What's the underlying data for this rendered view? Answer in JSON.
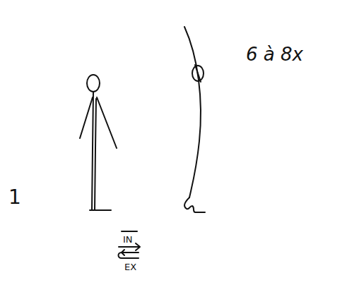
{
  "diagram": {
    "labels": [
      "6 à 8x",
      "1",
      "IN",
      "EX"
    ]
  }
}
